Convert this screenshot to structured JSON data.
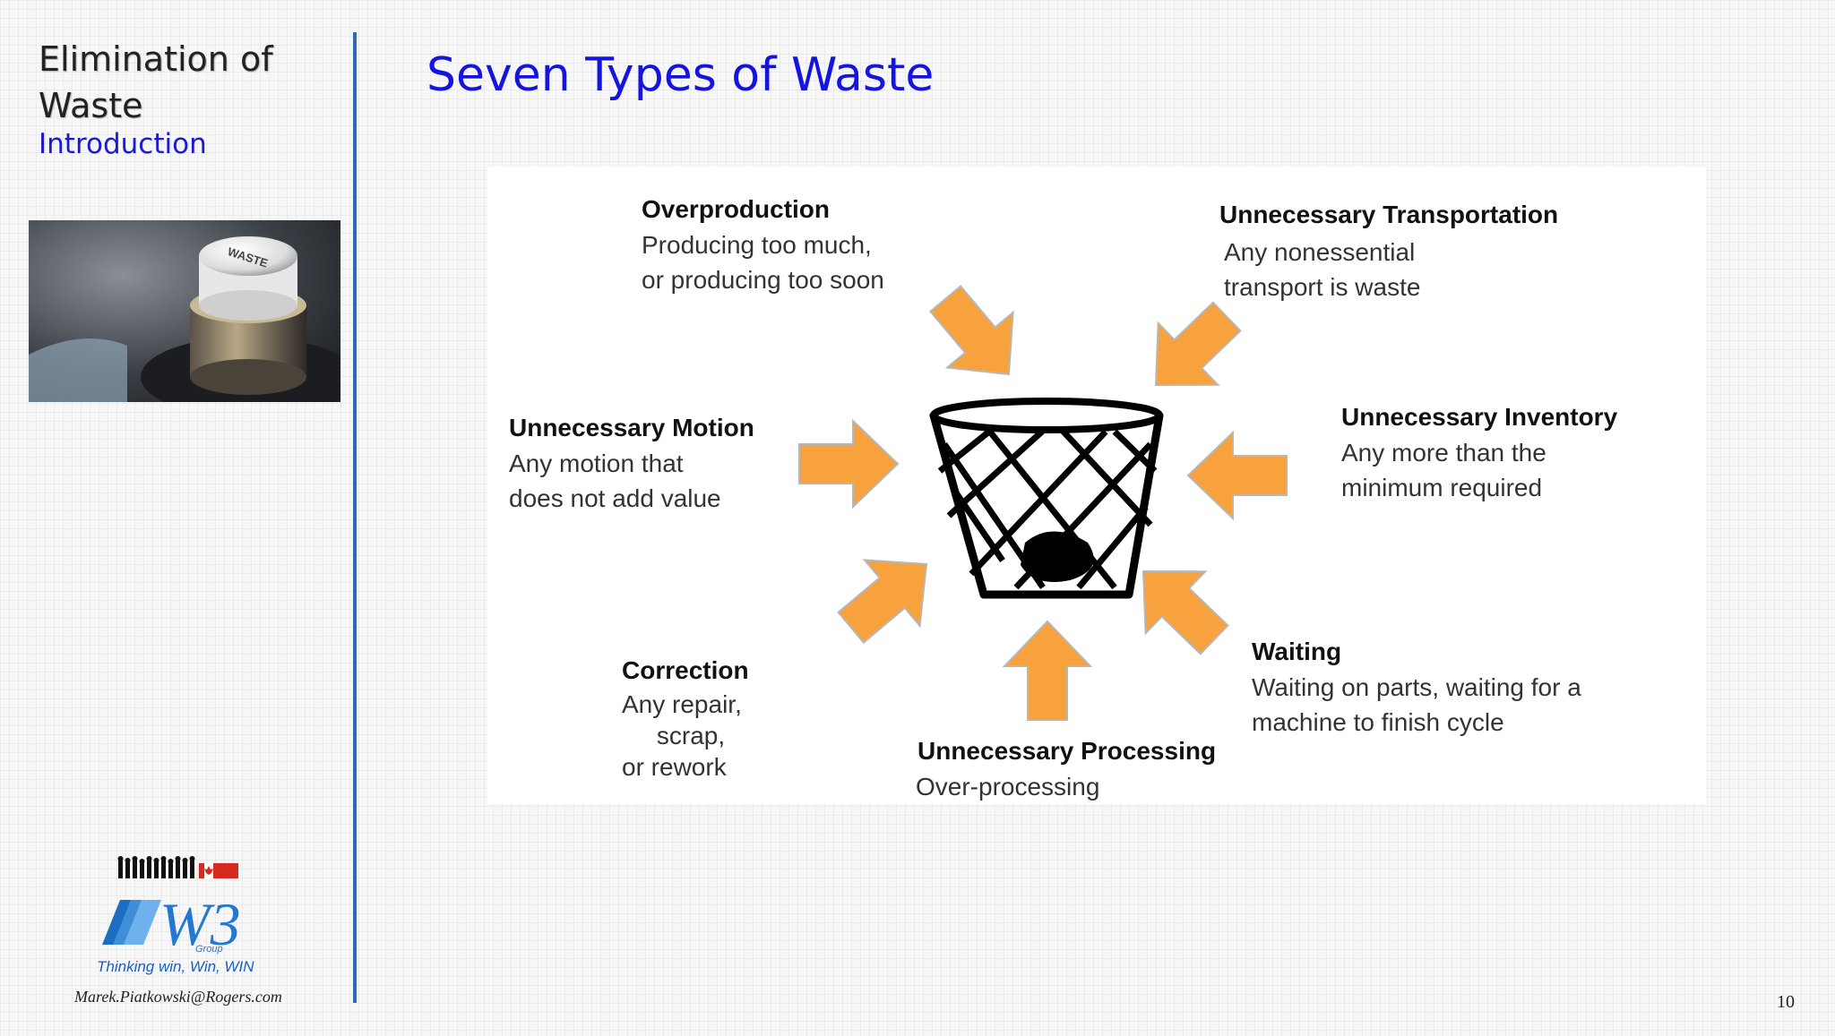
{
  "sidebar": {
    "title": "Elimination of Waste",
    "subtitle": "Introduction",
    "photo_label": "WASTE"
  },
  "slide": {
    "title": "Seven Types of Waste",
    "page_number": "10"
  },
  "diagram": {
    "arrow_color": "#f7a23d",
    "center_icon": "trash-bin-icon",
    "wastes": [
      {
        "title": "Overproduction",
        "description": "Producing too much,\nor producing too soon"
      },
      {
        "title": "Unnecessary Transportation",
        "description": "Any nonessential\ntransport is waste"
      },
      {
        "title": "Unnecessary Motion",
        "description": "Any motion that\ndoes not add value"
      },
      {
        "title": "Unnecessary Inventory",
        "description": "Any more than the\nminimum required"
      },
      {
        "title": "Correction",
        "description": "Any repair,\n     scrap,\nor rework"
      },
      {
        "title": "Unnecessary Processing",
        "description": "Over-processing"
      },
      {
        "title": "Waiting",
        "description": "Waiting on parts, waiting for a\nmachine to finish cycle"
      }
    ]
  },
  "footer": {
    "logo_text": "W3",
    "logo_group_text": "Group",
    "tagline": "Thinking win, Win, WIN",
    "email": "Marek.Piatkowski@Rogers.com"
  }
}
